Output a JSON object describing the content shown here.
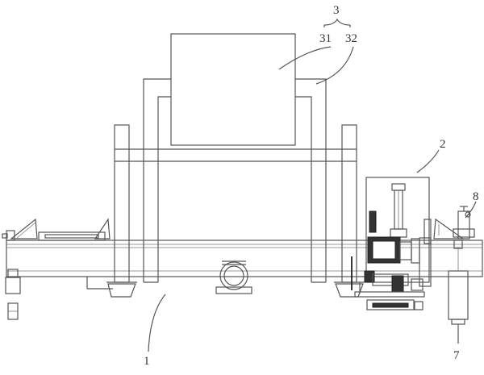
{
  "labels": {
    "assembly": "3",
    "part_31": "31",
    "part_32": "32",
    "part_2": "2",
    "part_8": "8",
    "part_7": "7",
    "part_1": "1"
  },
  "colors": {
    "line": "#555555",
    "dark": "#333333",
    "background": "#ffffff"
  }
}
